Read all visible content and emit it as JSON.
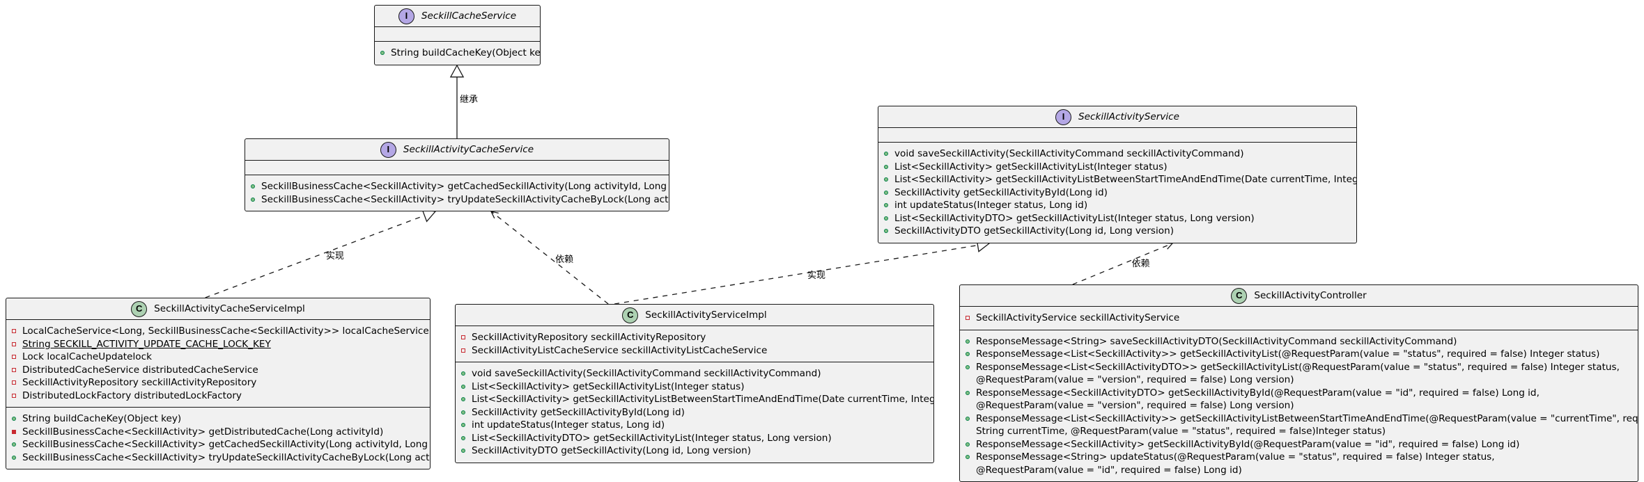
{
  "classes": [
    {
      "id": "seckill-cache-service",
      "kind": "interface",
      "stereotype_letter": "I",
      "name": "SeckillCacheService",
      "fields": [],
      "methods": [
        {
          "vis": "public",
          "text": "String buildCacheKey(Object key)"
        }
      ]
    },
    {
      "id": "seckill-activity-cache-service",
      "kind": "interface",
      "stereotype_letter": "I",
      "name": "SeckillActivityCacheService",
      "fields": [],
      "methods": [
        {
          "vis": "public",
          "text": "SeckillBusinessCache<SeckillActivity> getCachedSeckillActivity(Long activityId, Long version)"
        },
        {
          "vis": "public",
          "text": "SeckillBusinessCache<SeckillActivity> tryUpdateSeckillActivityCacheByLock(Long activityId)"
        }
      ]
    },
    {
      "id": "seckill-activity-service",
      "kind": "interface",
      "stereotype_letter": "I",
      "name": "SeckillActivityService",
      "fields": [],
      "methods": [
        {
          "vis": "public",
          "text": "void saveSeckillActivity(SeckillActivityCommand seckillActivityCommand)"
        },
        {
          "vis": "public",
          "text": "List<SeckillActivity> getSeckillActivityList(Integer status)"
        },
        {
          "vis": "public",
          "text": "List<SeckillActivity> getSeckillActivityListBetweenStartTimeAndEndTime(Date currentTime, Integer status)"
        },
        {
          "vis": "public",
          "text": "SeckillActivity getSeckillActivityById(Long id)"
        },
        {
          "vis": "public",
          "text": "int updateStatus(Integer status, Long id)"
        },
        {
          "vis": "public",
          "text": "List<SeckillActivityDTO> getSeckillActivityList(Integer status, Long version)"
        },
        {
          "vis": "public",
          "text": "SeckillActivityDTO getSeckillActivity(Long id, Long version)"
        }
      ]
    },
    {
      "id": "seckill-activity-cache-service-impl",
      "kind": "class",
      "stereotype_letter": "C",
      "name": "SeckillActivityCacheServiceImpl",
      "fields": [
        {
          "vis": "private",
          "text": "LocalCacheService<Long, SeckillBusinessCache<SeckillActivity>> localCacheService"
        },
        {
          "vis": "private",
          "text": "String SECKILL_ACTIVITY_UPDATE_CACHE_LOCK_KEY",
          "static": true
        },
        {
          "vis": "private",
          "text": "Lock localCacheUpdatelock"
        },
        {
          "vis": "private",
          "text": "DistributedCacheService distributedCacheService"
        },
        {
          "vis": "private",
          "text": "SeckillActivityRepository seckillActivityRepository"
        },
        {
          "vis": "private",
          "text": "DistributedLockFactory distributedLockFactory"
        }
      ],
      "methods": [
        {
          "vis": "public",
          "text": "String buildCacheKey(Object key)"
        },
        {
          "vis": "private-method",
          "text": "SeckillBusinessCache<SeckillActivity> getDistributedCache(Long activityId)"
        },
        {
          "vis": "public",
          "text": "SeckillBusinessCache<SeckillActivity> getCachedSeckillActivity(Long activityId, Long version)"
        },
        {
          "vis": "public",
          "text": "SeckillBusinessCache<SeckillActivity> tryUpdateSeckillActivityCacheByLock(Long activityId)"
        }
      ]
    },
    {
      "id": "seckill-activity-service-impl",
      "kind": "class",
      "stereotype_letter": "C",
      "name": "SeckillActivityServiceImpl",
      "fields": [
        {
          "vis": "private",
          "text": "SeckillActivityRepository seckillActivityRepository"
        },
        {
          "vis": "private",
          "text": "SeckillActivityListCacheService seckillActivityListCacheService"
        }
      ],
      "methods": [
        {
          "vis": "public",
          "text": "void saveSeckillActivity(SeckillActivityCommand seckillActivityCommand)"
        },
        {
          "vis": "public",
          "text": "List<SeckillActivity> getSeckillActivityList(Integer status)"
        },
        {
          "vis": "public",
          "text": "List<SeckillActivity> getSeckillActivityListBetweenStartTimeAndEndTime(Date currentTime, Integer status)"
        },
        {
          "vis": "public",
          "text": "SeckillActivity getSeckillActivityById(Long id)"
        },
        {
          "vis": "public",
          "text": "int updateStatus(Integer status, Long id)"
        },
        {
          "vis": "public",
          "text": "List<SeckillActivityDTO> getSeckillActivityList(Integer status, Long version)"
        },
        {
          "vis": "public",
          "text": "SeckillActivityDTO getSeckillActivity(Long id, Long version)"
        }
      ]
    },
    {
      "id": "seckill-activity-controller",
      "kind": "class",
      "stereotype_letter": "C",
      "name": "SeckillActivityController",
      "fields": [
        {
          "vis": "private",
          "text": "SeckillActivityService seckillActivityService"
        }
      ],
      "methods": [
        {
          "vis": "public",
          "text": "ResponseMessage<String> saveSeckillActivityDTO(SeckillActivityCommand seckillActivityCommand)"
        },
        {
          "vis": "public",
          "text": "ResponseMessage<List<SeckillActivity>> getSeckillActivityList(@RequestParam(value = \"status\", required = false) Integer status)"
        },
        {
          "vis": "public",
          "text": "ResponseMessage<List<SeckillActivityDTO>> getSeckillActivityList(@RequestParam(value = \"status\", required = false) Integer status,"
        },
        {
          "vis": "none",
          "text": "@RequestParam(value = \"version\", required = false) Long version)"
        },
        {
          "vis": "public",
          "text": "ResponseMessage<SeckillActivityDTO> getSeckillActivityById(@RequestParam(value = \"id\", required = false) Long id,"
        },
        {
          "vis": "none",
          "text": "@RequestParam(value = \"version\", required = false) Long version)"
        },
        {
          "vis": "public",
          "text": "ResponseMessage<List<SeckillActivity>> getSeckillActivityListBetweenStartTimeAndEndTime(@RequestParam(value = \"currentTime\", required = false)"
        },
        {
          "vis": "none",
          "text": "String currentTime, @RequestParam(value = \"status\", required = false)Integer status)"
        },
        {
          "vis": "public",
          "text": "ResponseMessage<SeckillActivity> getSeckillActivityById(@RequestParam(value = \"id\", required = false) Long id)"
        },
        {
          "vis": "public",
          "text": "ResponseMessage<String> updateStatus(@RequestParam(value = \"status\", required = false) Integer status,"
        },
        {
          "vis": "none",
          "text": "@RequestParam(value = \"id\", required = false) Long id)"
        }
      ]
    }
  ],
  "relations": [
    {
      "id": "rel-extends",
      "from": "seckill-activity-cache-service",
      "to": "seckill-cache-service",
      "type": "extends",
      "label": "继承"
    },
    {
      "id": "rel-implements-cache",
      "from": "seckill-activity-cache-service-impl",
      "to": "seckill-activity-cache-service",
      "type": "implements",
      "label": "实现"
    },
    {
      "id": "rel-depends-cache",
      "from": "seckill-activity-service-impl",
      "to": "seckill-activity-cache-service",
      "type": "depends",
      "label": "依赖"
    },
    {
      "id": "rel-implements-service",
      "from": "seckill-activity-service-impl",
      "to": "seckill-activity-service",
      "type": "implements",
      "label": "实现"
    },
    {
      "id": "rel-depends-service",
      "from": "seckill-activity-controller",
      "to": "seckill-activity-service",
      "type": "depends",
      "label": "依赖"
    }
  ],
  "colors": {
    "box_fill": "#f1f1f1",
    "border": "#181818",
    "interface_badge": "#b4a7e5",
    "class_badge": "#add1b2",
    "public_marker": "#84be84",
    "private_marker": "#c82930"
  }
}
